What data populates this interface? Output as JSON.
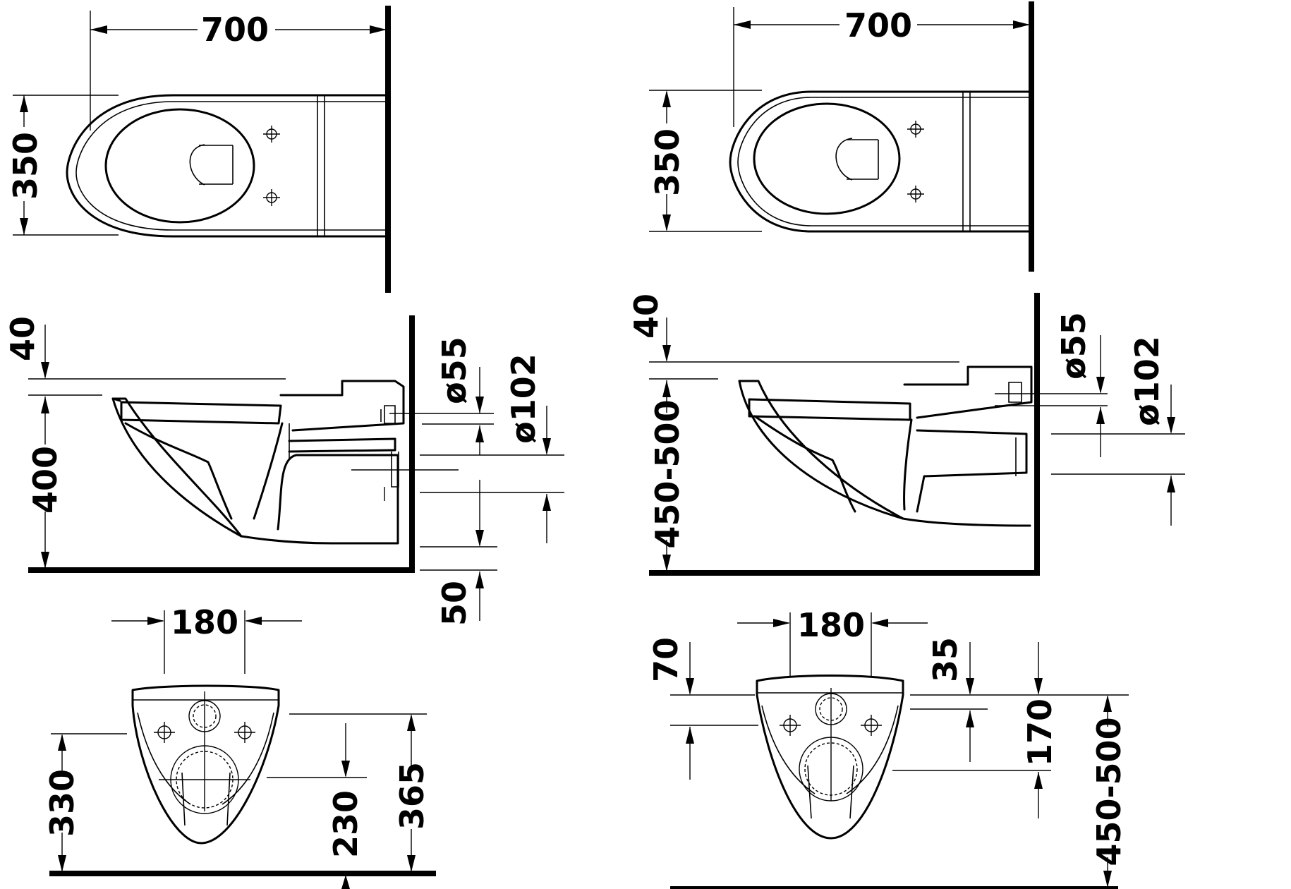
{
  "diagram": {
    "left": {
      "top_view": {
        "width_label": "700",
        "depth_label": "350"
      },
      "side_view": {
        "top_offset_label": "40",
        "height_label": "400",
        "inlet_label": "ø55",
        "outlet_label": "ø102",
        "bottom_label": "50"
      },
      "front_view": {
        "spacing_label": "180",
        "left_height_label": "330",
        "mid_height_label": "230",
        "right_height_label": "365"
      }
    },
    "right": {
      "top_view": {
        "width_label": "700",
        "depth_label": "350"
      },
      "side_view": {
        "top_offset_label": "40",
        "height_range_label": "450-500",
        "inlet_label": "ø55",
        "outlet_label": "ø102"
      },
      "front_view": {
        "spacing_label": "180",
        "top_left_label": "70",
        "top_right_label": "35",
        "right_height_label": "170",
        "total_height_label": "450-500"
      }
    }
  }
}
